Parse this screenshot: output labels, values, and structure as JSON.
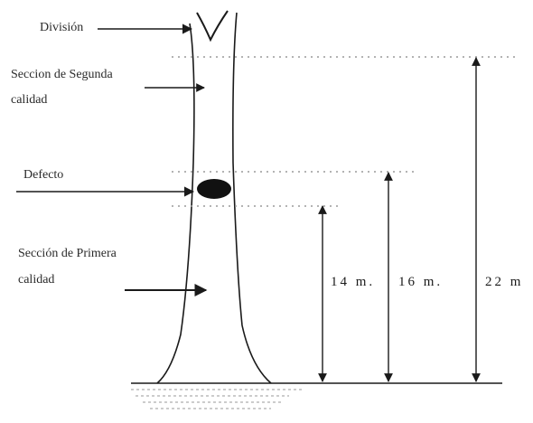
{
  "labels": {
    "division": "División",
    "second_quality_line1": "Seccion de Segunda",
    "second_quality_line2": "calidad",
    "defect": "Defecto",
    "first_quality_line1": "Sección de Primera",
    "first_quality_line2": "calidad"
  },
  "dimensions": [
    {
      "text": "14 m.",
      "value_m": 14
    },
    {
      "text": "16 m.",
      "value_m": 16
    },
    {
      "text": "22 m",
      "value_m": 22
    }
  ],
  "colors": {
    "ink": "#1a1a1a",
    "dotted": "#9a9a9a"
  }
}
